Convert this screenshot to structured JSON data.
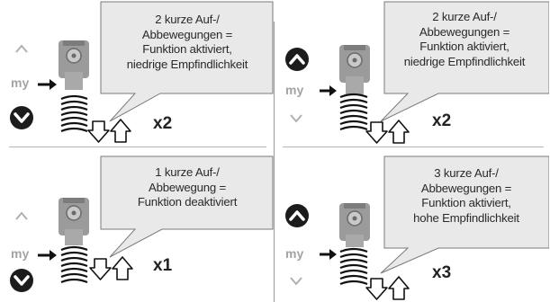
{
  "panels": [
    {
      "id": "top-left",
      "bubble_lines": [
        "2 kurze Auf-/",
        "Abbewegungen =",
        "Funktion aktiviert,",
        "niedrige Empfindlichkeit"
      ],
      "my_label": "my",
      "count": "x2",
      "active_button": "down"
    },
    {
      "id": "top-right",
      "bubble_lines": [
        "2 kurze Auf-/",
        "Abbewegungen =",
        "Funktion aktiviert,",
        "niedrige Empfindlichkeit"
      ],
      "my_label": "my",
      "count": "x2",
      "active_button": "up"
    },
    {
      "id": "bottom-left",
      "bubble_lines": [
        "1 kurze Auf-/",
        "Abbewegung =",
        "Funktion deaktiviert"
      ],
      "my_label": "my",
      "count": "x1",
      "active_button": "down"
    },
    {
      "id": "bottom-right",
      "bubble_lines": [
        "3 kurze Auf-/",
        "Abbewegungen =",
        "Funktion aktiviert,",
        "hohe Empfindlichkeit"
      ],
      "my_label": "my",
      "count": "x3",
      "active_button": "up"
    }
  ],
  "icons": [
    "chevron-up-icon",
    "chevron-down-icon",
    "arrow-right-icon",
    "motor-icon",
    "spring-coil-icon",
    "up-down-arrows-icon"
  ],
  "colors": {
    "bubble_fill": "#e9e9e9",
    "bubble_stroke": "#7a7a7a",
    "dark_button": "#1c1c1c",
    "inactive_caret": "#b0b0b0"
  }
}
